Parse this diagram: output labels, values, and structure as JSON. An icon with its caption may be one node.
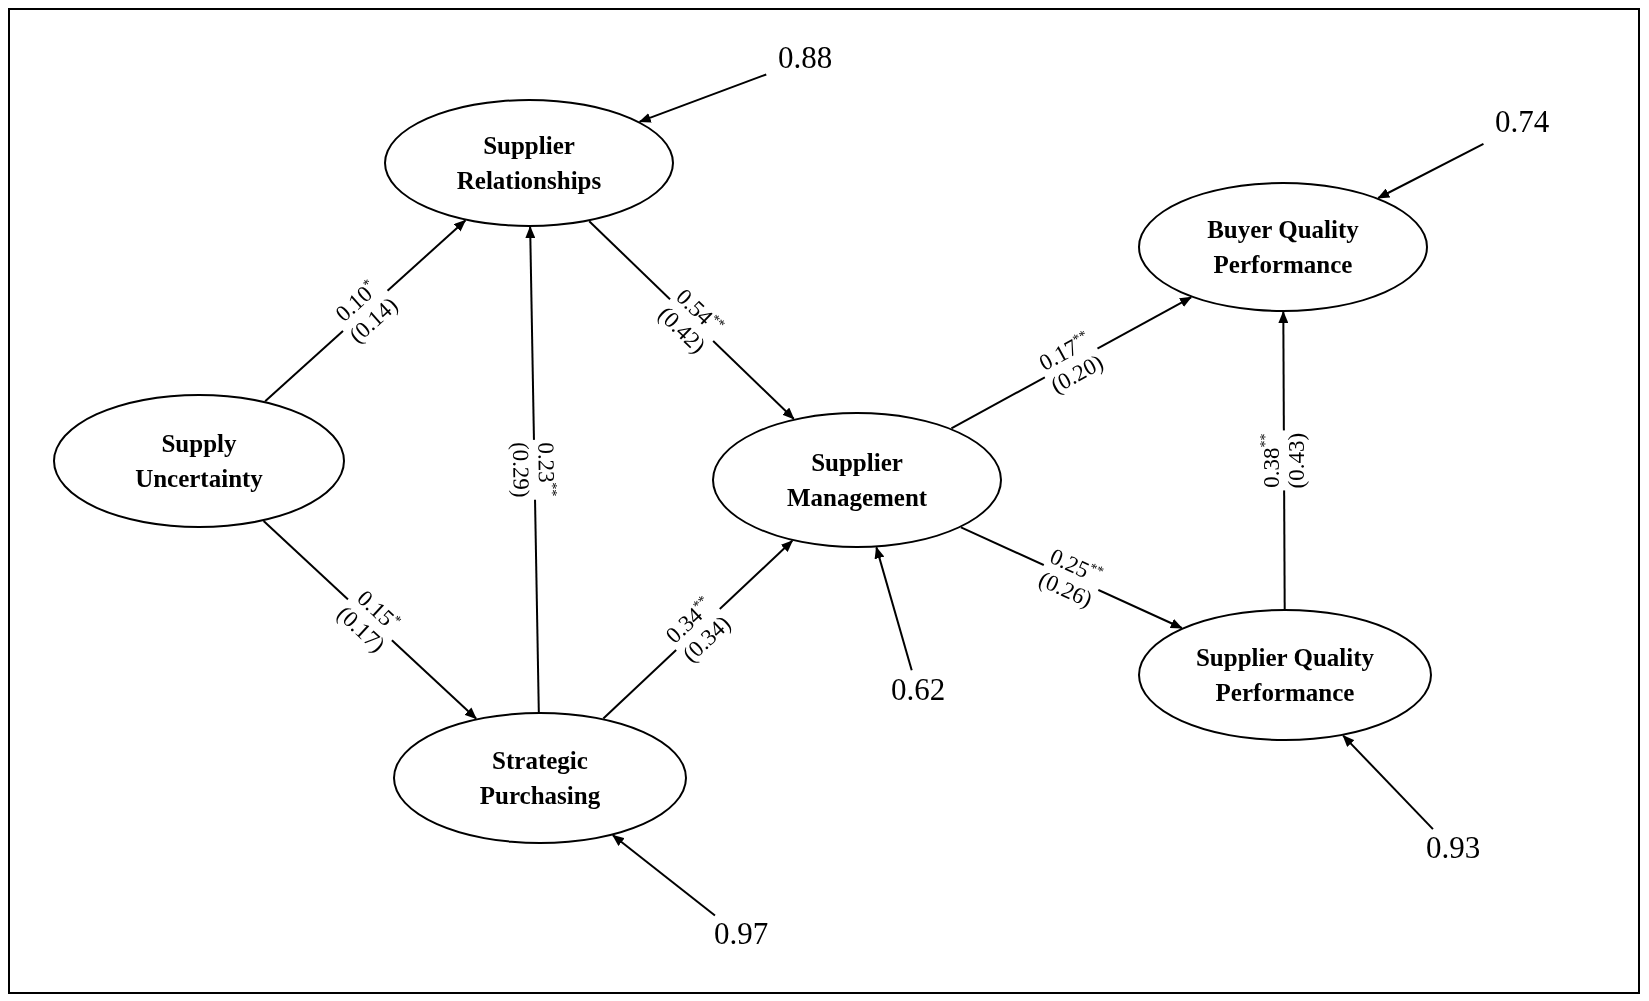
{
  "diagram": {
    "nodes": [
      {
        "text": [
          "Supply Uncertainty"
        ]
      },
      {
        "text": [
          "Supplier Relationships"
        ]
      },
      {
        "text": [
          "Strategic Purchasing"
        ]
      },
      {
        "text": [
          "Supplier Management"
        ]
      },
      {
        "text": [
          "Buyer Quality Performance"
        ]
      },
      {
        "text": [
          "Supplier Quality Performance"
        ]
      },
      {
        "text": [
          "0.88"
        ]
      },
      {
        "text": [
          "0.74"
        ]
      },
      {
        "text": [
          "0.62"
        ]
      },
      {
        "text": [
          "0.97"
        ]
      },
      {
        "text": [
          "0.93"
        ]
      }
    ],
    "edges": [
      {
        "from": 0,
        "to": 1,
        "arrow": "to",
        "label": "0.10$^{*}$ (0.14)"
      },
      {
        "from": 0,
        "to": 2,
        "arrow": "to",
        "label": "0.15$^{*}$ (0.17)"
      },
      {
        "from": 2,
        "to": 1,
        "arrow": "to",
        "label": "0.23$^{**}$ (0.29)"
      },
      {
        "from": 1,
        "to": 3,
        "arrow": "to",
        "label": "0.54$^{**}$ (0.42)"
      },
      {
        "from": 2,
        "to": 3,
        "arrow": "to",
        "label": "0.34$^{**}$ (0.34)"
      },
      {
        "from": 3,
        "to": 4,
        "arrow": "to",
        "label": "0.17$^{**}$ (0.20)"
      },
      {
        "from": 3,
        "to": 5,
        "arrow": "to",
        "label": "0.25$^{**}$ (0.26)"
      },
      {
        "from": 5,
        "to": 4,
        "arrow": "to",
        "label": "0.38$^{**}$ (0.43)"
      },
      {
        "from": 6,
        "to": 1,
        "arrow": "to"
      },
      {
        "from": 7,
        "to": 4,
        "arrow": "to"
      },
      {
        "from": 8,
        "to": 3,
        "arrow": "to"
      },
      {
        "from": 9,
        "to": 2,
        "arrow": "to"
      },
      {
        "from": 10,
        "to": 5,
        "arrow": "to"
      }
    ]
  }
}
